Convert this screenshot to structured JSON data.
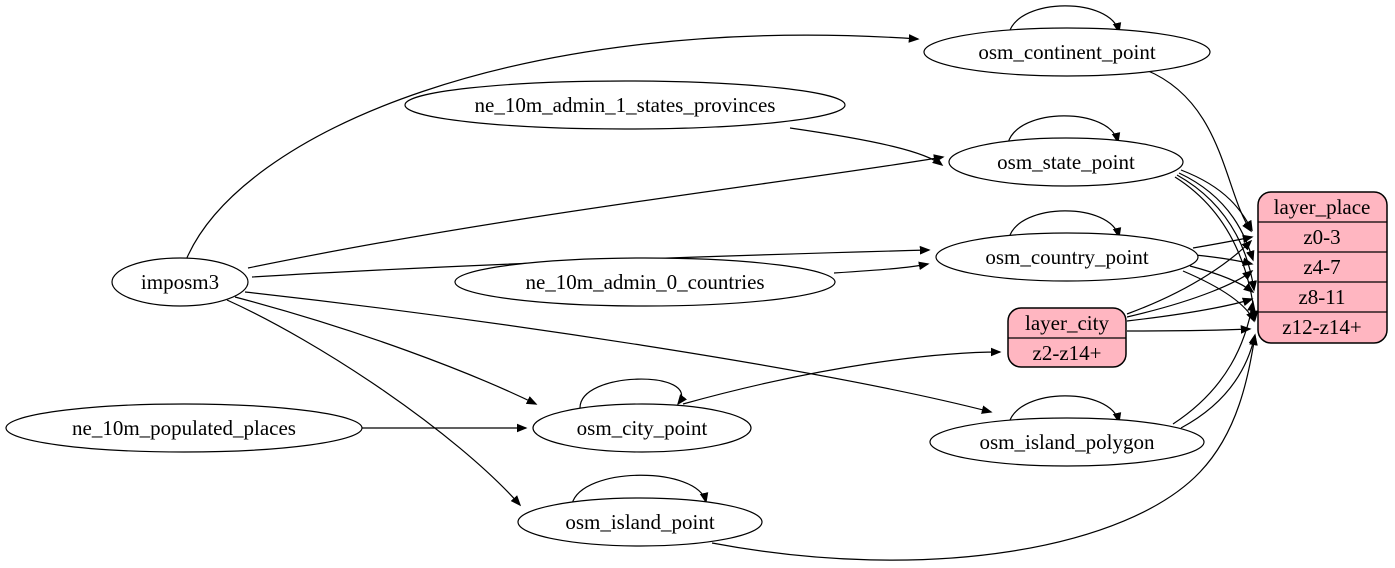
{
  "diagram": {
    "kind": "etl-graph",
    "colors": {
      "background": "#ffffff",
      "node_fill": "#ffffff",
      "record_fill": "#ffb6c1",
      "stroke": "#000000"
    },
    "labels": {
      "imposm3": "imposm3",
      "ne_10m_admin_1_states_provinces": "ne_10m_admin_1_states_provinces",
      "ne_10m_admin_0_countries": "ne_10m_admin_0_countries",
      "ne_10m_populated_places": "ne_10m_populated_places",
      "osm_continent_point": "osm_continent_point",
      "osm_state_point": "osm_state_point",
      "osm_country_point": "osm_country_point",
      "osm_city_point": "osm_city_point",
      "osm_island_polygon": "osm_island_polygon",
      "osm_island_point": "osm_island_point",
      "layer_city_title": "layer_city",
      "layer_city_row_z2": "z2-z14+",
      "layer_place_title": "layer_place",
      "layer_place_row_z0": "z0-3",
      "layer_place_row_z4": "z4-7",
      "layer_place_row_z8": "z8-11",
      "layer_place_row_z12": "z12-z14+"
    },
    "records": [
      {
        "id": "layer_city",
        "title": "layer_city",
        "rows": [
          "z2-z14+"
        ]
      },
      {
        "id": "layer_place",
        "title": "layer_place",
        "rows": [
          "z0-3",
          "z4-7",
          "z8-11",
          "z12-z14+"
        ]
      }
    ],
    "edges": [
      {
        "from": "imposm3",
        "to": "osm_continent_point"
      },
      {
        "from": "imposm3",
        "to": "osm_state_point"
      },
      {
        "from": "imposm3",
        "to": "osm_country_point"
      },
      {
        "from": "imposm3",
        "to": "osm_city_point"
      },
      {
        "from": "imposm3",
        "to": "osm_island_polygon"
      },
      {
        "from": "imposm3",
        "to": "osm_island_point"
      },
      {
        "from": "ne_10m_admin_1_states_provinces",
        "to": "osm_state_point"
      },
      {
        "from": "ne_10m_admin_0_countries",
        "to": "osm_country_point"
      },
      {
        "from": "ne_10m_populated_places",
        "to": "osm_city_point"
      },
      {
        "from": "osm_continent_point",
        "to": "osm_continent_point"
      },
      {
        "from": "osm_state_point",
        "to": "osm_state_point"
      },
      {
        "from": "osm_country_point",
        "to": "osm_country_point"
      },
      {
        "from": "osm_city_point",
        "to": "osm_city_point"
      },
      {
        "from": "osm_island_polygon",
        "to": "osm_island_polygon"
      },
      {
        "from": "osm_island_point",
        "to": "osm_island_point"
      },
      {
        "from": "osm_continent_point",
        "to": "layer_place:z0-3"
      },
      {
        "from": "osm_state_point",
        "to": "layer_place:z0-3"
      },
      {
        "from": "osm_state_point",
        "to": "layer_place:z4-7"
      },
      {
        "from": "osm_state_point",
        "to": "layer_place:z8-11"
      },
      {
        "from": "osm_state_point",
        "to": "layer_place:z12-z14+"
      },
      {
        "from": "osm_country_point",
        "to": "layer_place:z0-3"
      },
      {
        "from": "osm_country_point",
        "to": "layer_place:z4-7"
      },
      {
        "from": "osm_country_point",
        "to": "layer_place:z8-11"
      },
      {
        "from": "osm_country_point",
        "to": "layer_place:z12-z14+"
      },
      {
        "from": "osm_city_point",
        "to": "layer_city:z2-z14+"
      },
      {
        "from": "layer_city",
        "to": "layer_place:z0-3"
      },
      {
        "from": "layer_city",
        "to": "layer_place:z4-7"
      },
      {
        "from": "layer_city",
        "to": "layer_place:z8-11"
      },
      {
        "from": "layer_city",
        "to": "layer_place:z12-z14+"
      },
      {
        "from": "osm_island_polygon",
        "to": "layer_place:z8-11"
      },
      {
        "from": "osm_island_polygon",
        "to": "layer_place:z12-z14+"
      },
      {
        "from": "osm_island_point",
        "to": "layer_place:z12-z14+"
      }
    ]
  }
}
